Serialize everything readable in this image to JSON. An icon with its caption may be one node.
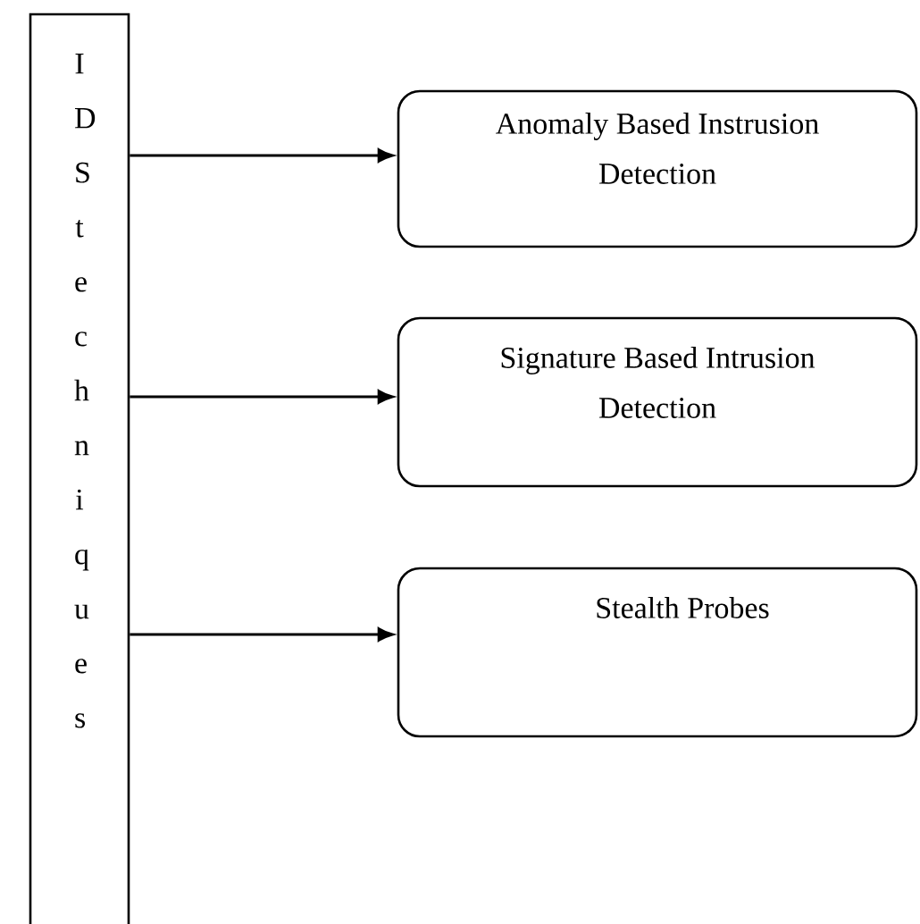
{
  "diagram": {
    "nodes": [
      {
        "text": [
          "IDStechniques"
        ]
      },
      {
        "text": [
          "Anomaly Based Instrusion Detection"
        ]
      },
      {
        "text": [
          "Signature Based Intrusion Detection"
        ]
      },
      {
        "text": [
          "Stealth Probes"
        ]
      }
    ],
    "edges": [
      {
        "from": 0,
        "to": 1,
        "arrow": "to"
      },
      {
        "from": 0,
        "to": 2,
        "arrow": "to"
      },
      {
        "from": 0,
        "to": 3,
        "arrow": "to"
      }
    ]
  }
}
